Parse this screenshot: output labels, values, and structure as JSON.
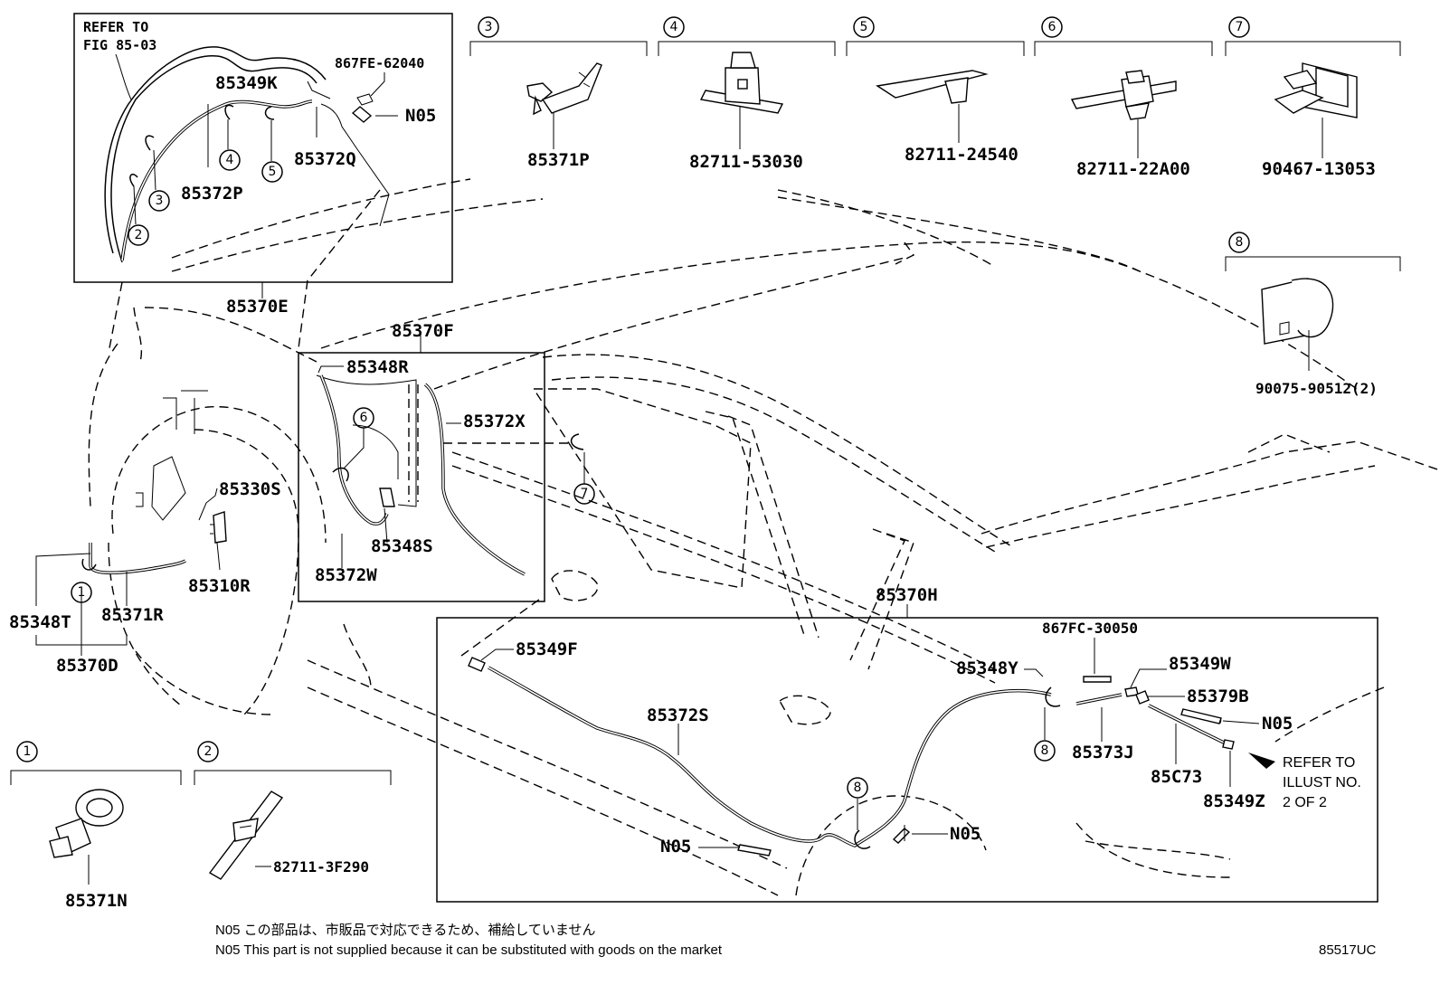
{
  "diagram_code": "85517UC",
  "detail_box_top_left": {
    "refer_line1": "REFER TO",
    "refer_line2": "FIG 85-03"
  },
  "labels": {
    "p867FE_62040": "867FE-62040",
    "p85349K": "85349K",
    "N05_a": "N05",
    "p85372Q": "85372Q",
    "p85372P": "85372P",
    "p85370E": "85370E",
    "p85370F": "85370F",
    "p85348R": "85348R",
    "p85372X": "85372X",
    "p85330S": "85330S",
    "p85310R": "85310R",
    "p85348S": "85348S",
    "p85372W": "85372W",
    "p85348T": "85348T",
    "p85371R": "85371R",
    "p85370D": "85370D",
    "p85370H": "85370H",
    "p85349F": "85349F",
    "p85372S": "85372S",
    "p867FC_30050": "867FC-30050",
    "p85348Y": "85348Y",
    "p85349W": "85349W",
    "p85379B": "85379B",
    "N05_b": "N05",
    "p85373J": "85373J",
    "p85C73": "85C73",
    "p85349Z": "85349Z",
    "N05_c": "N05",
    "N05_d": "N05",
    "refer_illust_1": "REFER TO",
    "refer_illust_2": "ILLUST NO.",
    "refer_illust_3": "2 OF 2"
  },
  "callouts": {
    "c1": "1",
    "c2": "2",
    "c3": "3",
    "c4": "4",
    "c5": "5",
    "c6": "6",
    "c7": "7",
    "c8a": "8",
    "c8b": "8"
  },
  "parts_legend": [
    {
      "num": "1",
      "part": "85371N"
    },
    {
      "num": "2",
      "part": "82711-3F290"
    },
    {
      "num": "3",
      "part": "85371P"
    },
    {
      "num": "4",
      "part": "82711-53030"
    },
    {
      "num": "5",
      "part": "82711-24540"
    },
    {
      "num": "6",
      "part": "82711-22A00"
    },
    {
      "num": "7",
      "part": "90467-13053"
    },
    {
      "num": "8",
      "part": "90075-90512(2)"
    }
  ],
  "notes": {
    "jp": "N05 この部品は、市販品で対応できるため、補給していません",
    "en": "N05 This part is not supplied because it can be substituted with goods on the market"
  }
}
